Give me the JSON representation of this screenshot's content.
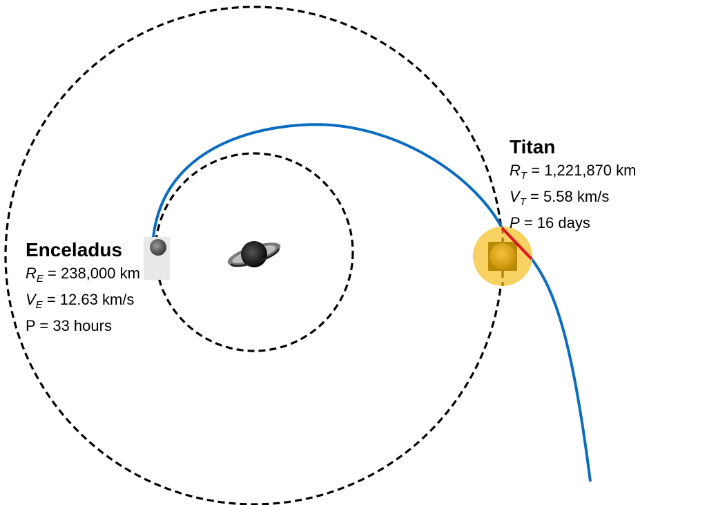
{
  "colors": {
    "orbit": "#000000",
    "trajectory": "#0A6CC1",
    "flyby_segment": "#E8101C",
    "titan_halo": "#F7D262",
    "titan_body": "#E3A70E",
    "enceladus_body": "#7a7a7a"
  },
  "icons": {
    "planet": "saturn-icon",
    "titan": "titan-moon-icon",
    "enceladus": "enceladus-moon-icon"
  },
  "titan": {
    "name": "Titan",
    "radius": {
      "symbol": "R",
      "subscript": "T",
      "value": "= 1,221,870 km"
    },
    "velocity": {
      "symbol": "V",
      "subscript": "T",
      "value": "= 5.58 km/s"
    },
    "period": {
      "symbol": "P",
      "value": "= 16 days"
    }
  },
  "enceladus": {
    "name": "Enceladus",
    "radius": {
      "symbol": "R",
      "subscript": "E",
      "value": "= 238,000 km"
    },
    "velocity": {
      "symbol": "V",
      "subscript": "E",
      "value": "= 12.63 km/s"
    },
    "period": {
      "text": "P = 33 hours"
    }
  }
}
